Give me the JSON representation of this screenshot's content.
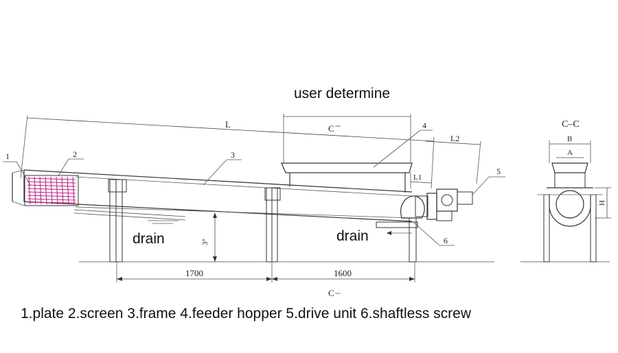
{
  "heading": "user determine",
  "labels": {
    "L": "L",
    "L1": "L1",
    "L2": "L2",
    "H": "H",
    "A": "A",
    "B": "B",
    "section_title": "C–C",
    "c_top": "C",
    "c_bottom": "C",
    "angle": "3°",
    "dim_1700": "1700",
    "dim_1600": "1600",
    "drain_left": "drain",
    "drain_right": "drain",
    "callout_1": "1",
    "callout_2": "2",
    "callout_3": "3",
    "callout_4": "4",
    "callout_5": "5",
    "callout_6": "6"
  },
  "caption": "1.plate 2.screen 3.frame 4.feeder hopper 5.drive unit 6.shaftless screw",
  "colors": {
    "line": "#333333",
    "screen_mesh": "#c0208a",
    "background": "#ffffff"
  }
}
